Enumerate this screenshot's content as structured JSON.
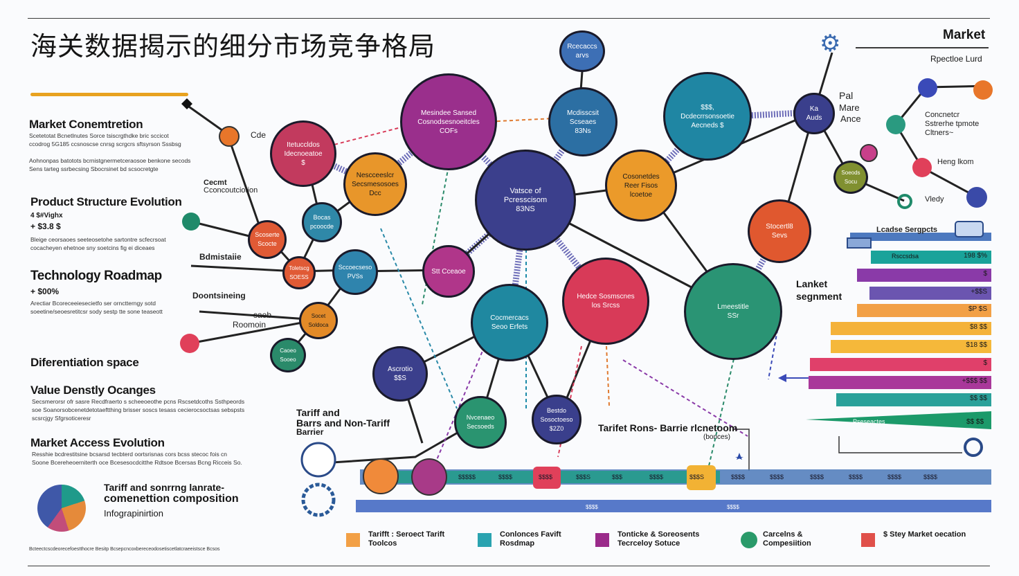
{
  "title": "海关数据揭示的细分市场竞争格局",
  "top_right": {
    "heading": "Market",
    "subheading": "Rpectloe Lurd"
  },
  "left_panel": {
    "market_concentration": {
      "heading": "Market Conemtretion",
      "line1": "Scetetotat Bcnetlnutes Sorce tsiscrgthdke bric sccicot",
      "line2": "ccodrog 5G185 ccsnoscse cnrsg scrgcrs sftsyrson Sssbsg",
      "line3": "Aohnonpas batotots bcrnistgnermetceraosoe benkone secods",
      "line4": "Sens tarteg ssrbecsing Sbocrsinet bd scsocretgte"
    },
    "product_structure": {
      "heading": "Product Structure Evolution",
      "value1": "4 $#Vighx",
      "value2": "+ $3.8 $",
      "line1": "Bleige ceorsaoes seeteosetohe sartontre scfecrsoat",
      "line2": "cocacheyen ehetnoe sny soetcins fig ei diceaes"
    },
    "technology": {
      "heading": "Technology Roadmap",
      "value": "+ $00%",
      "line1": "Arectiar Bcoreceeiesecietfo ser ornctterngy sotd",
      "line2": "soeetine/seoesretitcsr sody sestp tte sone teaseott"
    },
    "differentiation": {
      "heading": "Diferentiation space"
    },
    "value_density": {
      "heading": "Value Denstly Ocanges",
      "line1": "Secsmerorsr ofr sasre Recdfraerto s scheeoeothe pcns Rscsetdcoths Ssthpeords",
      "line2": "soe Soanorsobcenetdetotaeftthing brisser soscs tesass cecierocsoctsas sebspsts",
      "line3": "scsrcjgy Sfgrsoticeresr"
    },
    "market_access": {
      "heading": "Market Access Evolution",
      "line1": "Resshie bcdrestitsine bcsarsd tecbterd oortsrisnas cors bcss stecoc fois cn",
      "line2": "Soone Bcereheoerniterth oce Bcesesocdcitthe Rdtsoe Bcersas Bcng Ricceis So."
    },
    "infographic": {
      "line1": "Tariff and sonrrng lanrate-",
      "line2": "comenettion composition",
      "line3": "Infograpinirtion"
    },
    "footnote": "Bcteectcscdeorecefoestthocre Besitp Bcsepcncoxbereceodosetiscetlatcraeeistsce Bcsos"
  },
  "side_labels": {
    "cde": "Cde",
    "cccmt": "Cecmt",
    "cconc": "Cconcoutciotion",
    "bdmistic": "Bdmistaiie",
    "doontsneing": "Doontsineing",
    "saeb": "saeb",
    "roomoin": "Roomoin",
    "tariff_nontariff_1": "Tariff and",
    "tariff_nontariff_2": "Barrs and Non-Tariff",
    "tariff_nontariff_3": "Barrier",
    "tariff_barrier": "Tarifet Rons- Barrie rlcnetoom",
    "tariff_barrier_sub": "(bonces)",
    "market_segment_1": "Lanket",
    "market_segment_2": "segnment",
    "region_lbl_1": "Pal",
    "region_lbl_2": "Mare",
    "region_lbl_3": "Ance",
    "consumer_1": "Concnetcr",
    "consumer_2": "Sstrerhe tpmote",
    "consumer_3": "Cltners~",
    "heng_ikom": "Heng lkom",
    "vledy": "Vledy",
    "lcadse": "Lcadse Sergpcts"
  },
  "nodes": [
    {
      "id": "n1",
      "l1": "Rcecaccs",
      "l2": "arvs",
      "l3": "",
      "color": "#3d6fb5"
    },
    {
      "id": "n2",
      "l1": "Mesindee Sansed",
      "l2": "Cosnodsesnoeitcles",
      "l3": "COFs",
      "color": "#9a2f8c"
    },
    {
      "id": "n3",
      "l1": "Mcdisscsit",
      "l2": "Scseaes",
      "l3": "83Ns",
      "color": "#2c6fa3"
    },
    {
      "id": "n4",
      "l1": "$$$,",
      "l2": "Dcdecrrsonsoetie",
      "l3": "Aecneds $",
      "color": "#1f86a3"
    },
    {
      "id": "n5",
      "l1": "Ka",
      "l2": "Auds",
      "l3": "",
      "color": "#3a3f8c"
    },
    {
      "id": "n6",
      "l1": "Itetuccldos",
      "l2": "Idecnoeatoe",
      "l3": "$",
      "color": "#c23a5e"
    },
    {
      "id": "n7",
      "l1": "Nescceeslcr",
      "l2": "Secsmesosoes",
      "l3": "Dcc",
      "color": "#e8962a"
    },
    {
      "id": "n8",
      "l1": "Vatsce of",
      "l2": "Pcresscisom",
      "l3": "83NS",
      "color": "#3b3f8c"
    },
    {
      "id": "n9",
      "l1": "Cosonetdes",
      "l2": "Reer Fisos",
      "l3": "lcoetoe",
      "color": "#eb9a2a"
    },
    {
      "id": "n10",
      "l1": "Scoserte",
      "l2": "Scocte",
      "l3": "",
      "color": "#20799a"
    },
    {
      "id": "n11",
      "l1": "Bocas",
      "l2": "pcoocde",
      "l3": "",
      "color": "#2f88a8"
    },
    {
      "id": "n12",
      "l1": "Toletscg",
      "l2": "SOESS",
      "l3": "",
      "color": "#e05a35"
    },
    {
      "id": "n13",
      "l1": "Stocertl8",
      "l2": "Sevs",
      "l3": "",
      "color": "#e0582f"
    },
    {
      "id": "n14",
      "l1": "Sccoecseso",
      "l2": "PVSs",
      "l3": "",
      "color": "#2f84ad"
    },
    {
      "id": "n15",
      "l1": "Stt Cceaoe",
      "l2": "",
      "l3": "",
      "color": "#b0368a"
    },
    {
      "id": "n16",
      "l1": "Hedce Sosmscnes",
      "l2": "los Srcss",
      "l3": "",
      "color": "#d83a58"
    },
    {
      "id": "n17",
      "l1": "Lmeestitle",
      "l2": "SSr",
      "l3": "",
      "color": "#2a9474"
    },
    {
      "id": "n18",
      "l1": "Socet",
      "l2": "Soldoca",
      "l3": "",
      "color": "#e38a28"
    },
    {
      "id": "n19",
      "l1": "Cocmercacs",
      "l2": "Seoo Erfets",
      "l3": "",
      "color": "#1f88a0"
    },
    {
      "id": "n20",
      "l1": "Ascrotio",
      "l2": "$$S",
      "l3": "",
      "color": "#3b3f8c"
    },
    {
      "id": "n21",
      "l1": "Nvcenaeo",
      "l2": "Secsoeds",
      "l3": "",
      "color": "#2a9470"
    },
    {
      "id": "n22",
      "l1": "Bestdo",
      "l2": "Sosoctoeso",
      "l3": "$2Z0",
      "color": "#3a3f8c"
    },
    {
      "id": "n23",
      "l1": "Caoeo",
      "l2": "Sooeo",
      "l3": "",
      "color": "#2a8a6a"
    },
    {
      "id": "n24",
      "l1": "Soeods",
      "l2": "Socu",
      "l3": "",
      "color": "#809030"
    }
  ],
  "segments": [
    {
      "label": "Rsccsdsa",
      "value": "198 $%",
      "color": "#1aa39a"
    },
    {
      "label": "",
      "value": "$",
      "color": "#8a3aa8"
    },
    {
      "label": "",
      "value": "+$$S",
      "color": "#6b55b0"
    },
    {
      "label": "",
      "value": "$P $S",
      "color": "#f2a046"
    },
    {
      "label": "",
      "value": "$8 $$",
      "color": "#f4b23a"
    },
    {
      "label": "",
      "value": "$18 $$",
      "color": "#f5b83a"
    },
    {
      "label": "",
      "value": "$",
      "color": "#e0406a"
    },
    {
      "label": "",
      "value": "+$$$ $$",
      "color": "#a9389a"
    },
    {
      "label": "",
      "value": "$$ $$",
      "color": "#2aa19a"
    },
    {
      "label": "Pseseactes",
      "value": "$$ $$",
      "color": "#1c9a6a"
    }
  ],
  "timeline": {
    "labels": [
      "$$$$$",
      "$$$$",
      "$$$$",
      "$$$S",
      "$$$",
      "$$$$",
      "$$$S",
      "$$$$",
      "$$$$",
      "$$$$",
      "$$$$",
      "$$$$",
      "$$$$"
    ],
    "axis_1": "$$$$",
    "axis_2": "$$$$"
  },
  "legend": [
    {
      "l1": "Tarifft : Seroect Tarift",
      "l2": "Toolcos",
      "color": "#f2a046",
      "shape": "square"
    },
    {
      "l1": "Conlonces Favift",
      "l2": "Rosdmap",
      "color": "#2aa3b0",
      "shape": "square"
    },
    {
      "l1": "Tonticke & Soreosents",
      "l2": "Tecrceloy Sotuce",
      "color": "#9a2a8a",
      "shape": "square"
    },
    {
      "l1": "Carcelns &",
      "l2": "Compesiition",
      "color": "#2a9a6a",
      "shape": "circle"
    },
    {
      "l1": "$ Stey Market oecation",
      "l2": "",
      "color": "#e0504a",
      "shape": "square"
    }
  ],
  "colors": {
    "accent": "#e8a21f",
    "node_border": "#1a1a2a"
  }
}
